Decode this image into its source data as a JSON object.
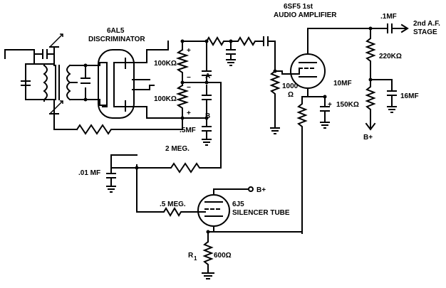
{
  "labels": {
    "tube_6sf5_name": "6SF5 1st",
    "tube_6sf5_role": "AUDIO AMPLIFIER",
    "tube_6al5_name": "6AL5",
    "tube_6al5_role": "DISCRIMINATOR",
    "tube_6j5_name": "6J5",
    "tube_6j5_role": "SILENCER TUBE",
    "coupling_cap": ".1MF",
    "output_stage_1": "2nd A.F.",
    "output_stage_2": "STAGE",
    "r_220k": "220KΩ",
    "r_150k": "150KΩ",
    "cap_16mf": "16MF",
    "bplus_amp": "B+",
    "r_1000_a": "1000",
    "r_1000_b": "Ω",
    "cap_10mf": "10MF",
    "r_100k_top": "100KΩ",
    "r_100k_bot": "100KΩ",
    "node_a": "A",
    "node_b": "B",
    "cap_5mf": ".5MF",
    "r_2meg": "2 MEG.",
    "cap_01mf": ".01 MF",
    "r_5meg": ".5 MEG.",
    "bplus_silencer": "B+",
    "r1_label": "R",
    "r1_sub": "1",
    "r_600": "600Ω",
    "plus": "+",
    "minus": "−"
  }
}
